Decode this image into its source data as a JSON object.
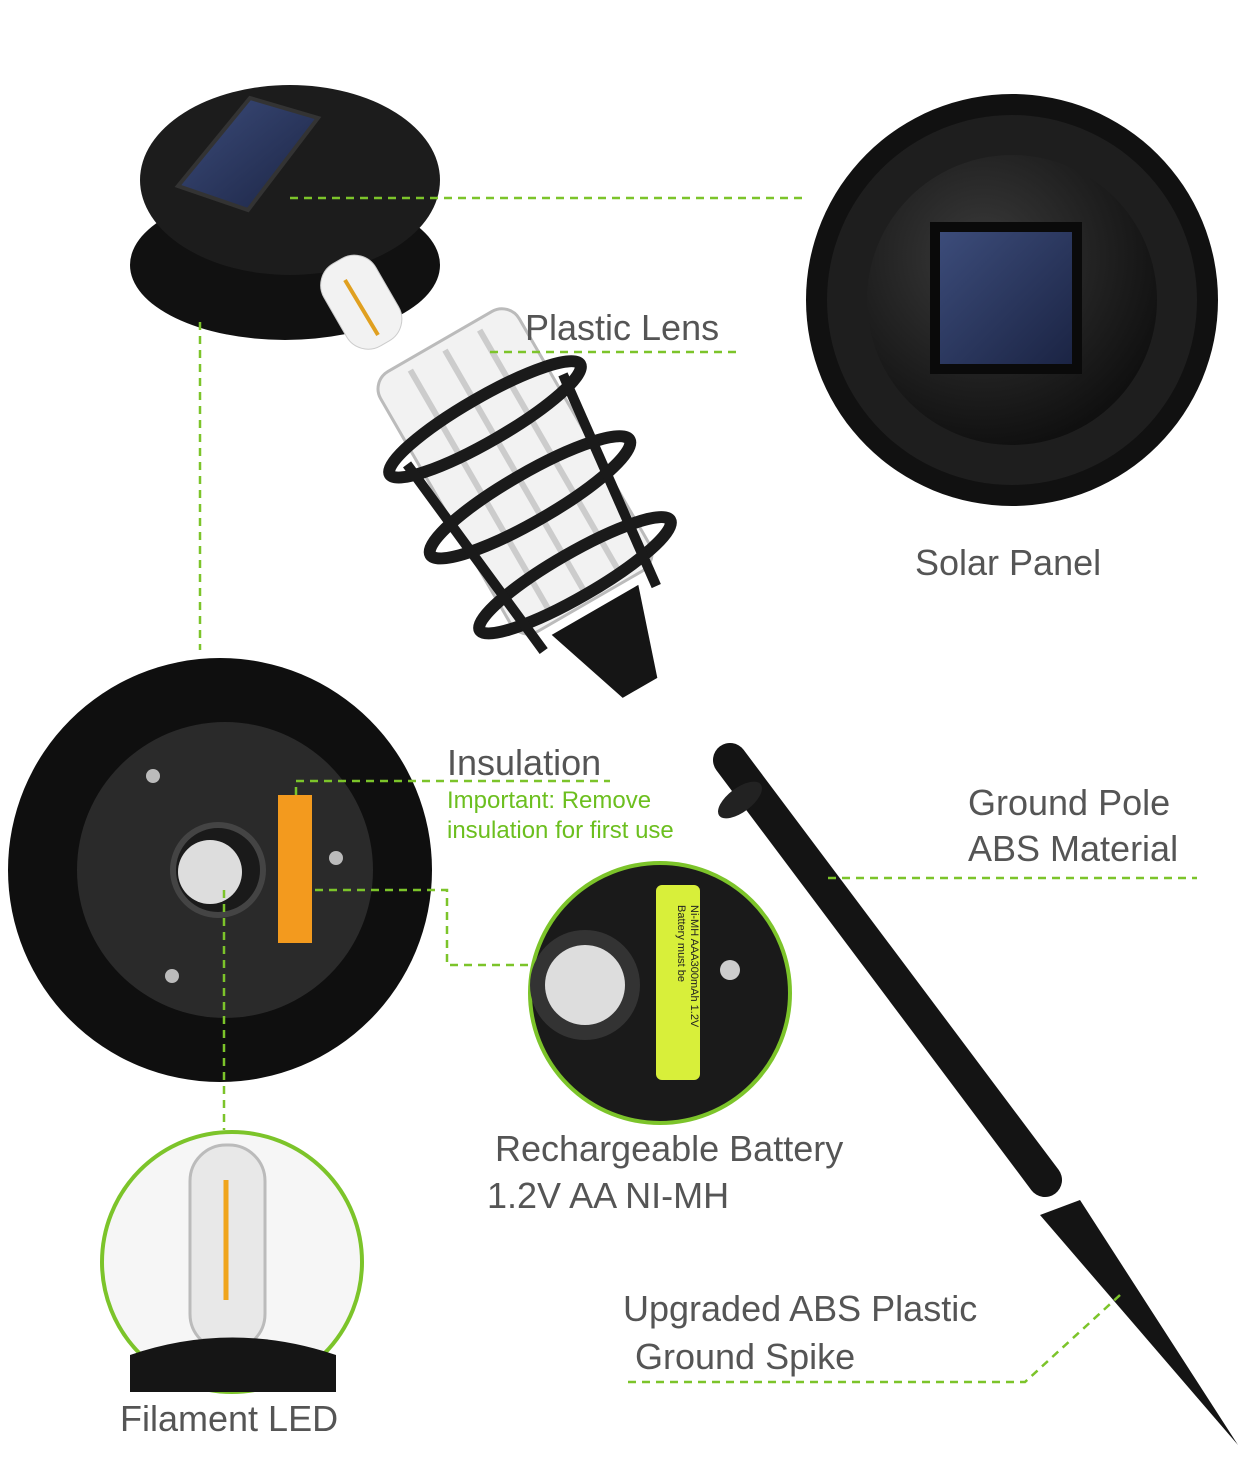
{
  "labels": {
    "plastic_lens": "Plastic Lens",
    "solar_panel": "Solar Panel",
    "insulation": "Insulation",
    "insulation_note_line1": "Important: Remove",
    "insulation_note_line2": "insulation for first use",
    "ground_pole_line1": "Ground Pole",
    "ground_pole_line2": "ABS Material",
    "battery_line1": "Rechargeable Battery",
    "battery_line2": "1.2V AA NI-MH",
    "spike_line1": "Upgraded ABS Plastic",
    "spike_line2": "Ground Spike",
    "filament_led": "Filament LED"
  },
  "battery_print": {
    "spec": "Ni-MH AAA300mAh 1.2V",
    "warning": "Battery must be"
  },
  "colors": {
    "accent_green": "#7cc42a",
    "label_gray": "#555555",
    "battery_yellow": "#d8ef3a",
    "insulation_orange": "#f39a1e"
  }
}
